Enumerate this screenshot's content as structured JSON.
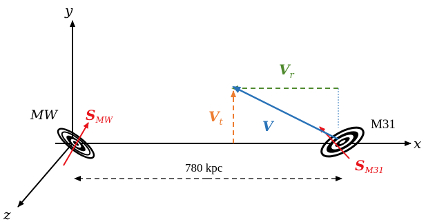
{
  "axes": {
    "x_label": "x",
    "y_label": "y",
    "z_label": "z"
  },
  "galaxies": {
    "mw": {
      "label": "MW"
    },
    "m31": {
      "label": "M31"
    }
  },
  "spins": {
    "s_mw": {
      "symbol": "S",
      "subscript": "MW"
    },
    "s_m31": {
      "symbol": "S",
      "subscript": "M31"
    }
  },
  "velocities": {
    "v": {
      "symbol": "V"
    },
    "v_r": {
      "symbol": "V",
      "subscript": "r"
    },
    "v_t": {
      "symbol": "V",
      "subscript": "t"
    }
  },
  "distance": {
    "label": "780 kpc"
  },
  "colors": {
    "axis": "#000000",
    "spin": "#e8141b",
    "v": "#2a73b8",
    "v_r": "#4f8a2e",
    "v_t": "#ed7d31"
  }
}
